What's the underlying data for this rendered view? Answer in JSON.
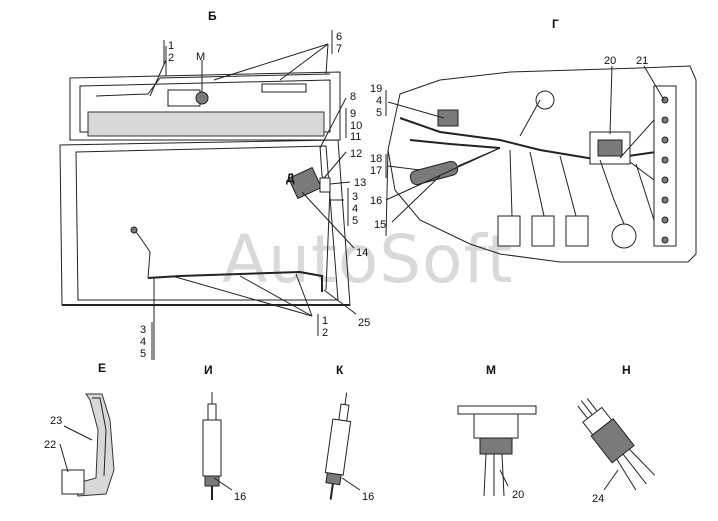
{
  "watermark": "AutoSoft",
  "views": {
    "b": "Б",
    "g": "Г",
    "e": "Е",
    "i": "И",
    "k": "К",
    "m": "М",
    "n": "Н",
    "d": "Д"
  },
  "callouts": {
    "c1a": "1",
    "c2a": "2",
    "cM": "М",
    "c6": "6",
    "c7": "7",
    "c8": "8",
    "c9": "9",
    "c10": "10",
    "c11": "11",
    "c12": "12",
    "c13": "13",
    "c3a": "3",
    "c4a": "4",
    "c5a": "5",
    "c14": "14",
    "c25": "25",
    "c1b": "1",
    "c2b": "2",
    "c3b": "3",
    "c4b": "4",
    "c5b": "5",
    "c19": "19",
    "c4c": "4",
    "c5c": "5",
    "c20": "20",
    "c21": "21",
    "c18": "18",
    "c17": "17",
    "c16": "16",
    "c15": "15",
    "c23": "23",
    "c22": "22",
    "c16i": "16",
    "c16k": "16",
    "c20m": "20",
    "c24": "24"
  }
}
